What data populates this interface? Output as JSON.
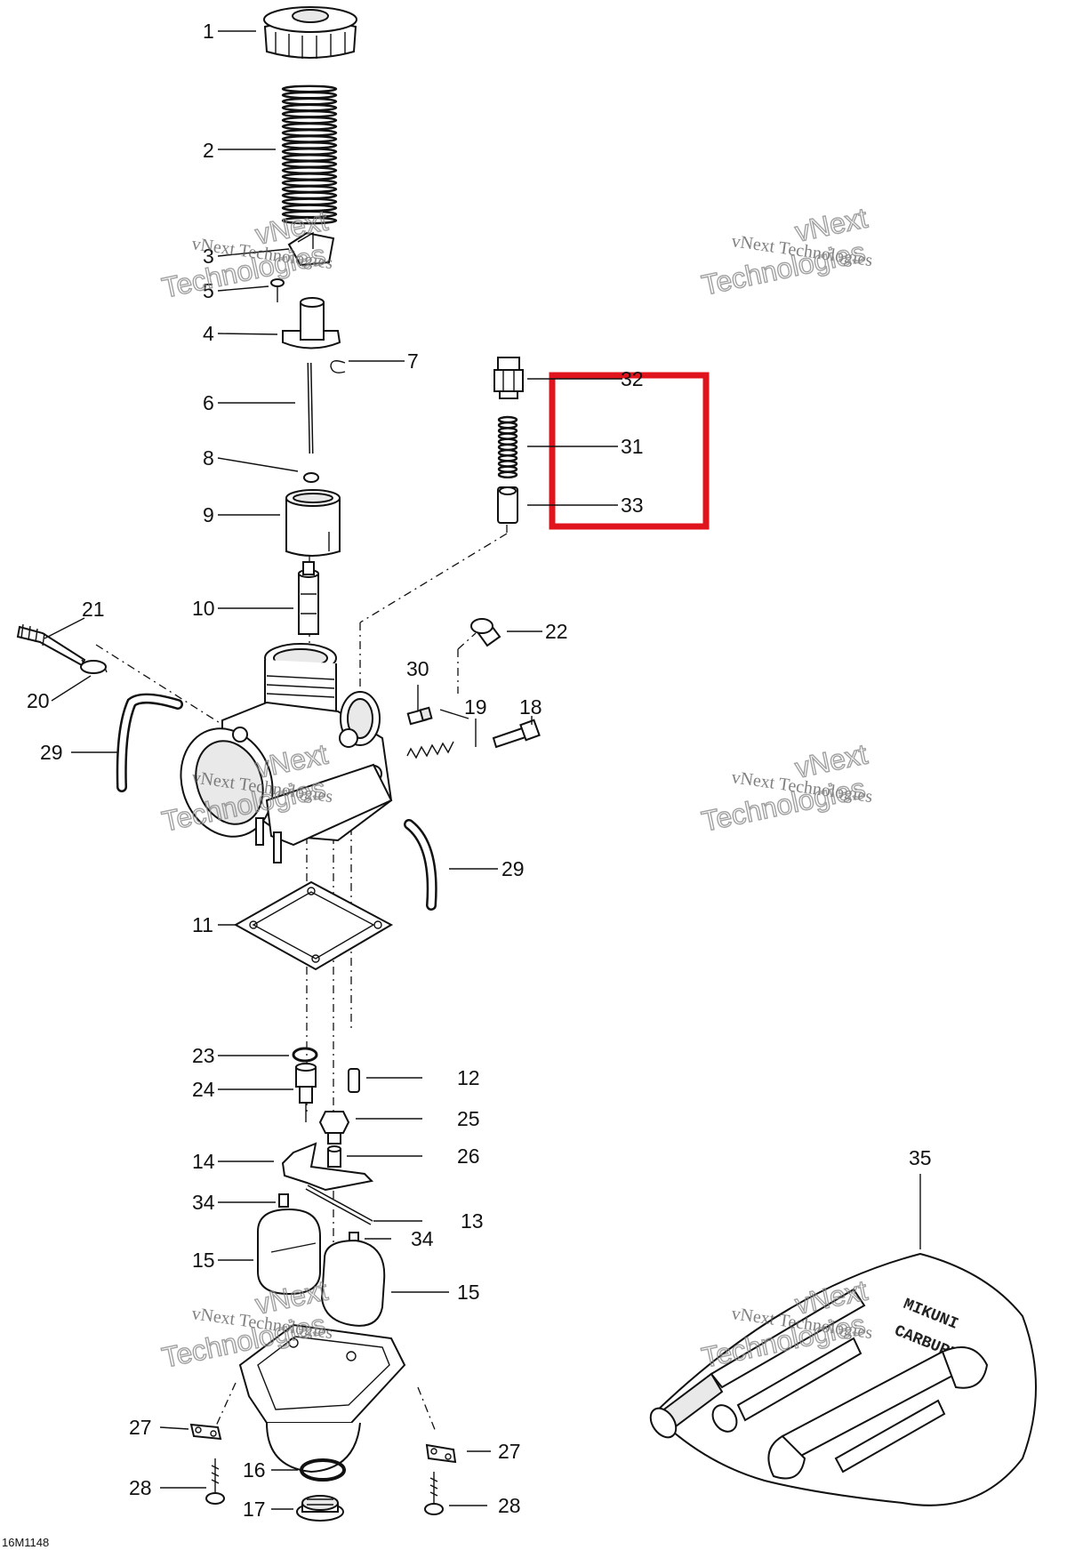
{
  "diagram_code": "16M1148",
  "watermark": {
    "line1": "vNext Technologies",
    "line2": "Technologies",
    "line0": "vNext"
  },
  "kit_text": {
    "line1": "MIKUNI",
    "line2": "CARBURETOR"
  },
  "highlight_color": "#e0141c",
  "callouts": [
    {
      "id": "1",
      "label": "1"
    },
    {
      "id": "2",
      "label": "2"
    },
    {
      "id": "3",
      "label": "3"
    },
    {
      "id": "5",
      "label": "5"
    },
    {
      "id": "4",
      "label": "4"
    },
    {
      "id": "7",
      "label": "7"
    },
    {
      "id": "6",
      "label": "6"
    },
    {
      "id": "8",
      "label": "8"
    },
    {
      "id": "9",
      "label": "9"
    },
    {
      "id": "10",
      "label": "10"
    },
    {
      "id": "32",
      "label": "32"
    },
    {
      "id": "31",
      "label": "31"
    },
    {
      "id": "33",
      "label": "33"
    },
    {
      "id": "21",
      "label": "21"
    },
    {
      "id": "22",
      "label": "22"
    },
    {
      "id": "20",
      "label": "20"
    },
    {
      "id": "30",
      "label": "30"
    },
    {
      "id": "19",
      "label": "19"
    },
    {
      "id": "18",
      "label": "18"
    },
    {
      "id": "29a",
      "label": "29"
    },
    {
      "id": "29b",
      "label": "29"
    },
    {
      "id": "11",
      "label": "11"
    },
    {
      "id": "23",
      "label": "23"
    },
    {
      "id": "12",
      "label": "12"
    },
    {
      "id": "24",
      "label": "24"
    },
    {
      "id": "25",
      "label": "25"
    },
    {
      "id": "14",
      "label": "14"
    },
    {
      "id": "26",
      "label": "26"
    },
    {
      "id": "34a",
      "label": "34"
    },
    {
      "id": "13",
      "label": "13"
    },
    {
      "id": "34b",
      "label": "34"
    },
    {
      "id": "15a",
      "label": "15"
    },
    {
      "id": "15b",
      "label": "15"
    },
    {
      "id": "35",
      "label": "35"
    },
    {
      "id": "27a",
      "label": "27"
    },
    {
      "id": "27b",
      "label": "27"
    },
    {
      "id": "16",
      "label": "16"
    },
    {
      "id": "28a",
      "label": "28"
    },
    {
      "id": "17",
      "label": "17"
    },
    {
      "id": "28b",
      "label": "28"
    }
  ]
}
